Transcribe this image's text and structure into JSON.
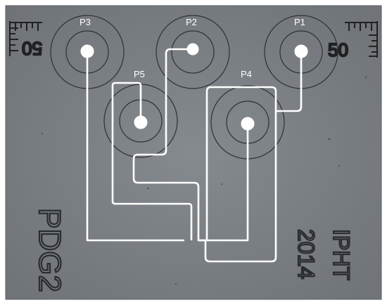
{
  "ports": [
    {
      "label": "P3"
    },
    {
      "label": "P2"
    },
    {
      "label": "P1"
    },
    {
      "label": "P5"
    },
    {
      "label": "P4"
    }
  ],
  "engravings": {
    "chip_name": "PDG2",
    "institute": "IPHT",
    "year": "2014",
    "scale_left": "50",
    "scale_right": "50"
  },
  "colors": {
    "substrate": "#7d8185",
    "channel": "#ffffff",
    "ring": "#2f3133"
  }
}
